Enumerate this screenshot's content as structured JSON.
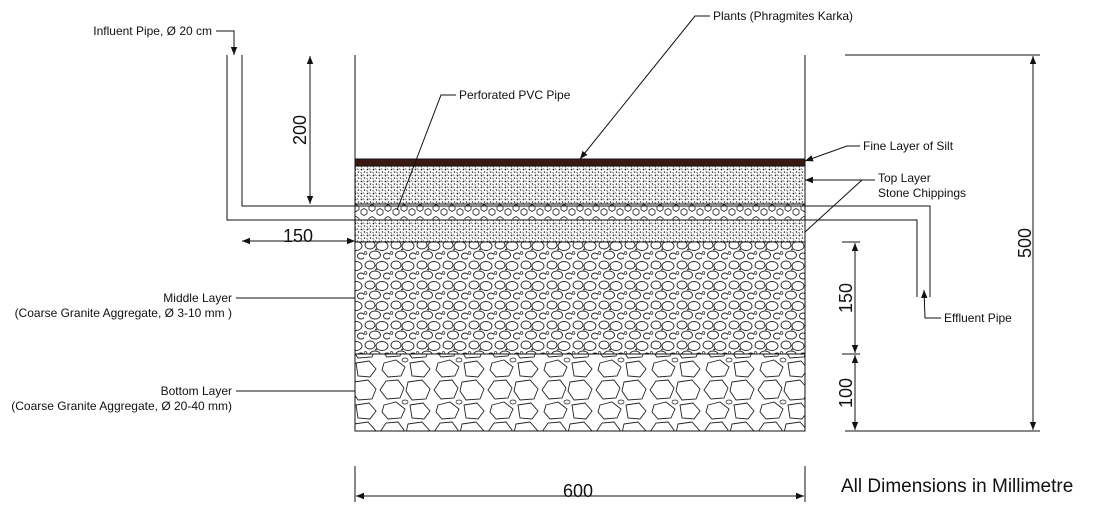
{
  "labels": {
    "influent_pipe": "Influent Pipe, Ø 20 cm",
    "plants": "Plants (Phragmites Karka)",
    "perforated_pipe": "Perforated PVC Pipe",
    "fine_silt": "Fine Layer of Silt",
    "top_layer_1": "Top Layer",
    "top_layer_2": "Stone Chippings",
    "effluent_pipe": "Effluent Pipe",
    "middle_layer_1": "Middle Layer",
    "middle_layer_2": "(Coarse Granite Aggregate, Ø 3-10 mm )",
    "bottom_layer_1": "Bottom Layer",
    "bottom_layer_2": "(Coarse Granite Aggregate, Ø 20-40 mm)"
  },
  "dimensions": {
    "freeboard": "200",
    "pipe_offset": "150",
    "total_depth": "500",
    "middle_depth": "150",
    "bottom_depth": "100",
    "width": "600"
  },
  "note": "All Dimensions in Millimetre",
  "colors": {
    "silt": "#3a1a12",
    "line": "#111111"
  }
}
